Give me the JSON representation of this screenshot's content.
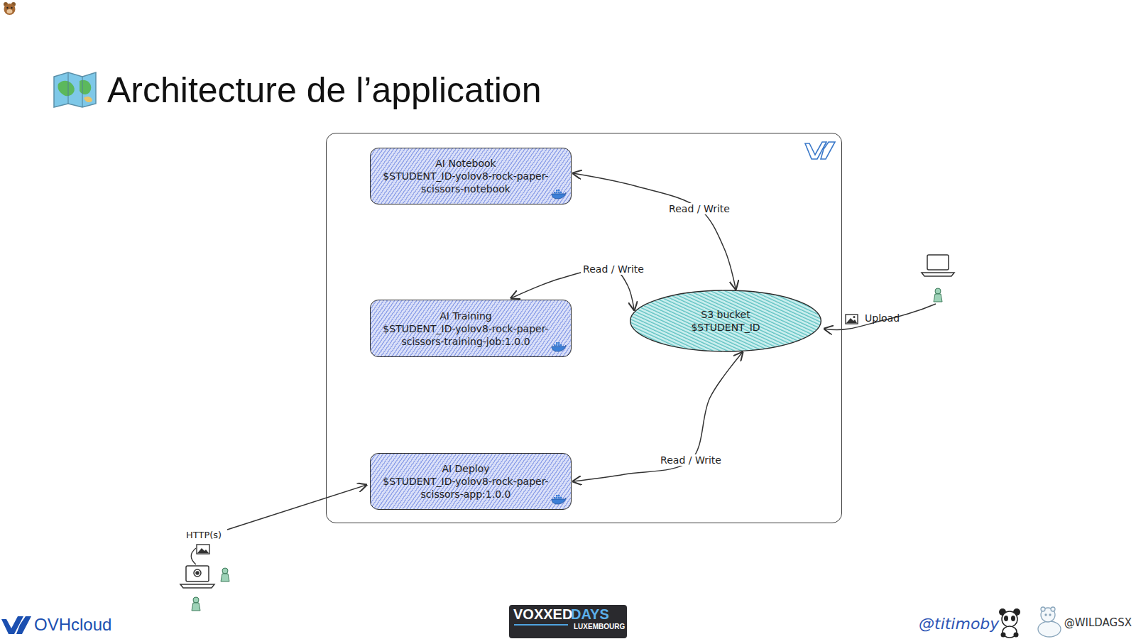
{
  "diagram": {
    "title": "Architecture de l’application",
    "nodes": [
      {
        "text": []
      },
      {
        "text": [
          "AI Notebook",
          "$STUDENT_ID-yolov8-rock-paper-scissors-notebook"
        ],
        "in": 0
      },
      {
        "text": [
          "AI Training",
          "$STUDENT_ID-yolov8-rock-paper-scissors-training-job:1.0.0"
        ],
        "in": 0
      },
      {
        "text": [
          "AI Deploy",
          "$STUDENT_ID-yolov8-rock-paper-scissors-app:1.0.0"
        ],
        "in": 0
      },
      {
        "text": [
          "S3 bucket",
          "$STUDENT_ID"
        ],
        "in": 0
      }
    ],
    "edges": [
      {
        "from": 4,
        "to": 1,
        "label": "Read / Write",
        "arrow": "both"
      },
      {
        "from": 4,
        "to": 2,
        "label": "Read / Write",
        "arrow": "both"
      },
      {
        "from": 4,
        "to": 3,
        "label": "Read / Write",
        "arrow": "both"
      }
    ],
    "labels": [
      "Upload",
      "HTTP(s)",
      "OVHcloud",
      "VOXXED",
      "DAYS",
      "LUXEMBOURG",
      "@titimoby",
      "@WILDAGSX"
    ]
  }
}
